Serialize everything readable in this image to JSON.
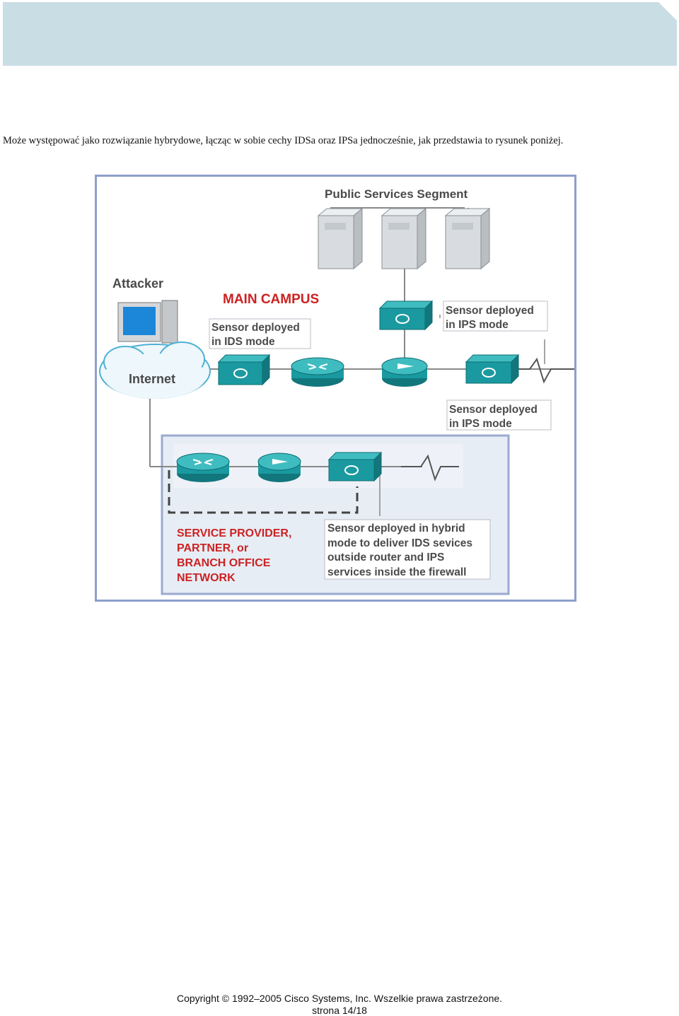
{
  "header": {
    "band_color": "#c9dde5"
  },
  "body_text": "Może występować jako rozwiązanie hybrydowe, łącząc w sobie cechy IDSa oraz IPSa jednocześnie, jak przedstawia to rysunek poniżej.",
  "figure": {
    "public_services": "Public Services Segment",
    "attacker": "Attacker",
    "main_campus": "MAIN CAMPUS",
    "internet": "Internet",
    "ids_label": [
      "Sensor deployed",
      "in IDS mode"
    ],
    "ips_label_top": [
      "Sensor deployed",
      "in IPS mode"
    ],
    "ips_label_bottom": [
      "Sensor deployed",
      "in IPS mode"
    ],
    "branch_label": [
      "SERVICE PROVIDER,",
      "PARTNER, or",
      "BRANCH OFFICE",
      "NETWORK"
    ],
    "hybrid_label": [
      "Sensor deployed in hybrid",
      "mode to deliver IDS sevices",
      "outside router and IPS",
      "services inside the firewall"
    ],
    "colors": {
      "border": "#8e9fcc",
      "device": "#1a9aa0",
      "red_text": "#cc2222"
    }
  },
  "footer": {
    "copyright": "Copyright © 1992–2005 Cisco Systems, Inc. Wszelkie prawa zastrzeżone.",
    "page": "strona 14/18"
  }
}
